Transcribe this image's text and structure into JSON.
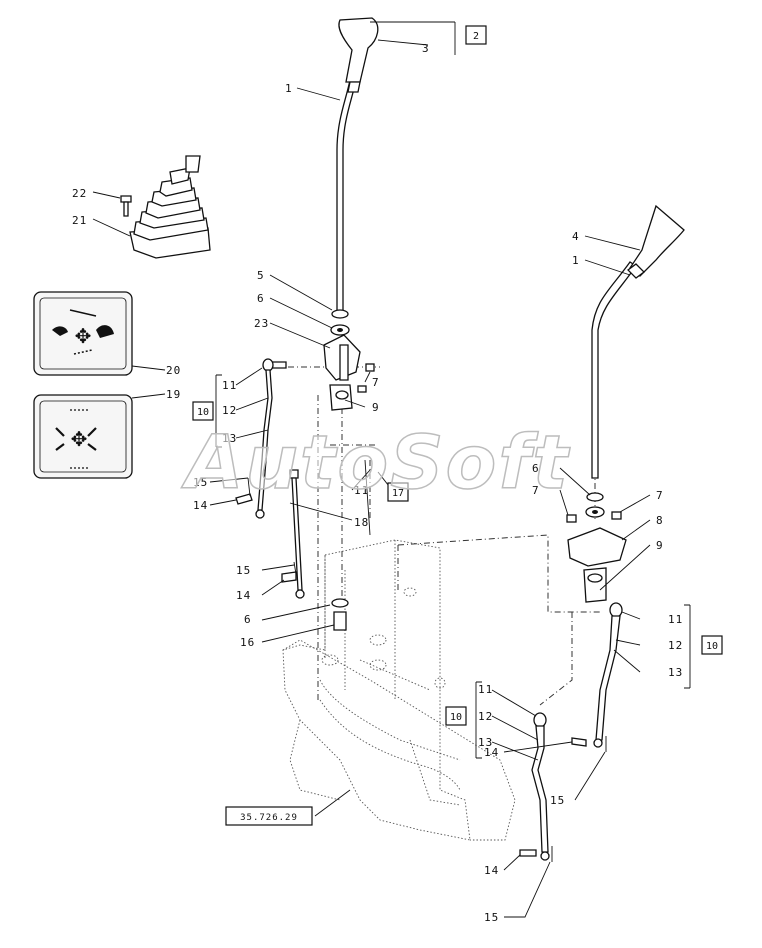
{
  "callouts": {
    "c1a": "1",
    "c1b": "1",
    "c3": "3",
    "c4": "4",
    "c5": "5",
    "c6a": "6",
    "c6b": "6",
    "c6c": "6",
    "c7a": "7",
    "c7b": "7",
    "c7c": "7",
    "c8": "8",
    "c9a": "9",
    "c9b": "9",
    "c11a": "11",
    "c11b": "11",
    "c11c": "11",
    "c12a": "12",
    "c12b": "12",
    "c12c": "12",
    "c13a": "13",
    "c13b": "13",
    "c13c": "13",
    "c14a": "14",
    "c14b": "14",
    "c14c": "14",
    "c14d": "14",
    "c15a": "15",
    "c15b": "15",
    "c15c": "15",
    "c15d": "15",
    "c16": "16",
    "c18": "18",
    "c19": "19",
    "c20": "20",
    "c21": "21",
    "c22": "22",
    "c23": "23"
  },
  "boxes": {
    "b2": "2",
    "b10a": "10",
    "b10b": "10",
    "b10c": "10",
    "b17": "17"
  },
  "reference": "35.726.29",
  "watermark": "AutoSoft"
}
